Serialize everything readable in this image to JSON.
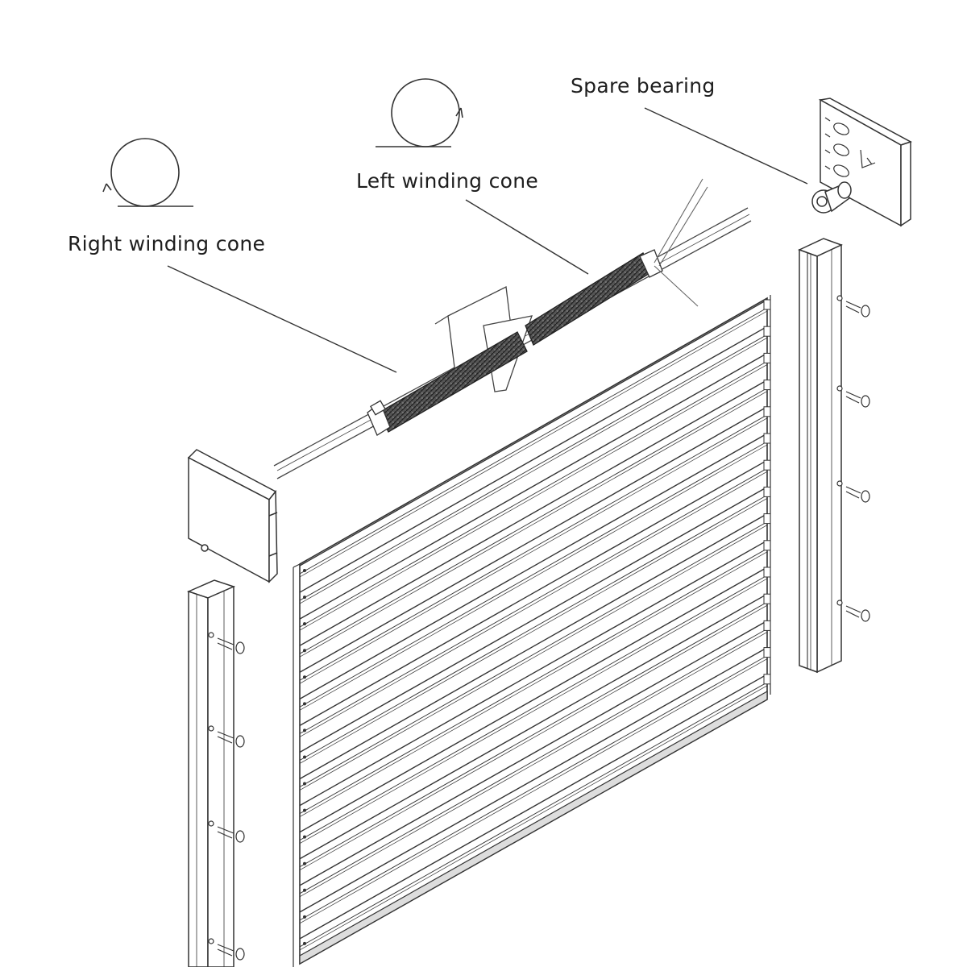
{
  "labels": {
    "right_winding_cone": "Right winding cone",
    "left_winding_cone": "Left winding cone",
    "spare_bearing": "Spare bearing"
  },
  "colors": {
    "line": "#333333",
    "spring": "#3a3a3a",
    "background": "#ffffff"
  }
}
